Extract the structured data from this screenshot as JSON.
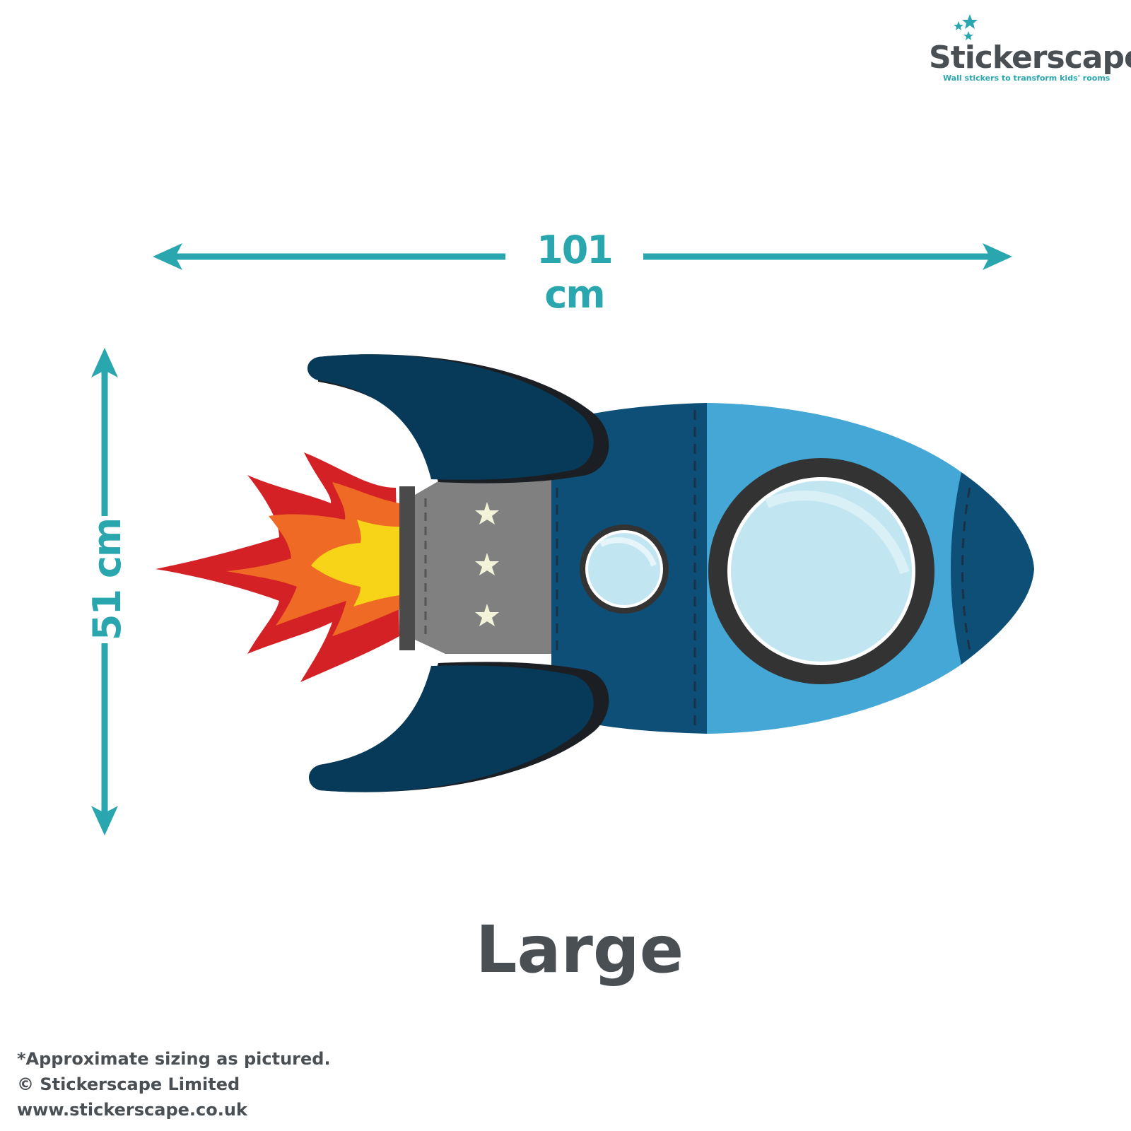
{
  "brand": {
    "name": "Stickerscape",
    "tagline": "Wall stickers to transform kids' rooms",
    "accent_color": "#2aa7ae",
    "text_color": "#4a4f54"
  },
  "dimensions": {
    "width_label": "101 cm",
    "height_label": "51 cm"
  },
  "product": {
    "size_label": "Large",
    "illustration": "rocket-icon"
  },
  "footer": {
    "disclaimer": "*Approximate sizing as pictured.",
    "copyright": "© Stickerscape Limited",
    "website": "www.stickerscape.co.uk"
  },
  "colors": {
    "rocket_dark": "#063a58",
    "rocket_mid": "#0e4f78",
    "rocket_light": "#45a7d5",
    "window_glass": "#c2e6f1",
    "window_frame": "#333333",
    "nozzle_gray": "#808080",
    "flame_red": "#d42126",
    "flame_orange": "#ef6a24",
    "flame_yellow": "#f7d417"
  }
}
